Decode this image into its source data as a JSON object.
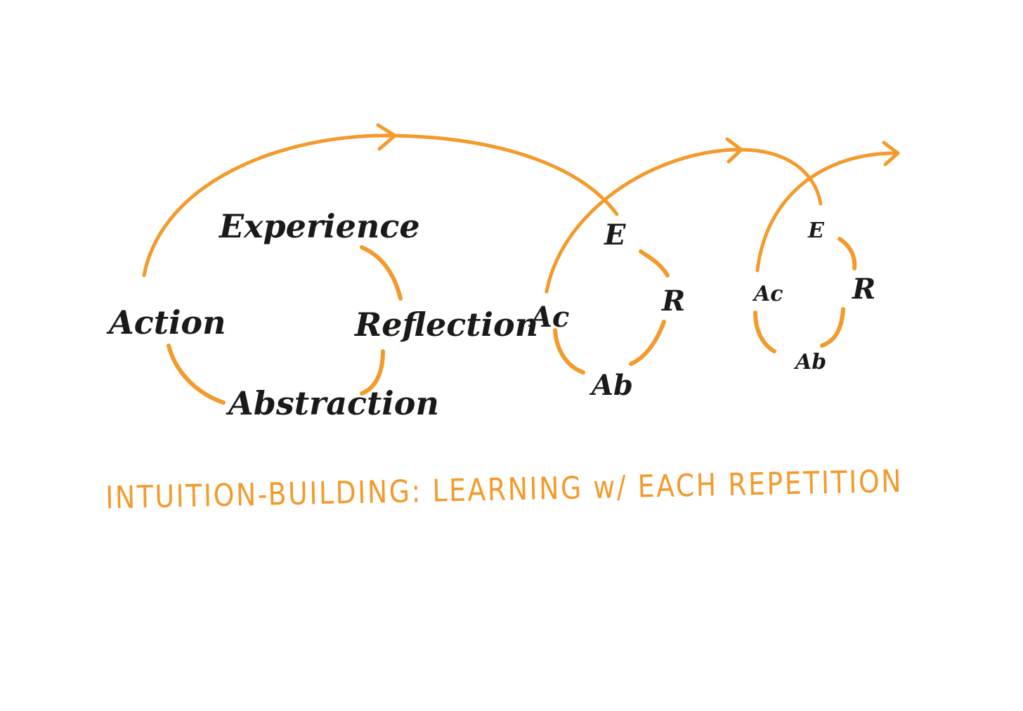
{
  "colors": {
    "accent": "#f39a2b",
    "ink": "#1c1a18",
    "background": "#ffffff"
  },
  "cycle_large": {
    "top": "Experience",
    "right": "Reflection",
    "bottom": "Abstraction",
    "left": "Action"
  },
  "cycle_medium": {
    "top": "E",
    "right": "R",
    "bottom": "Ab",
    "left": "Ac"
  },
  "cycle_small": {
    "top": "E",
    "right": "R",
    "bottom": "Ab",
    "left": "Ac"
  },
  "caption": "INTUITION-BUILDING: LEARNING w/ EACH REPETITION"
}
